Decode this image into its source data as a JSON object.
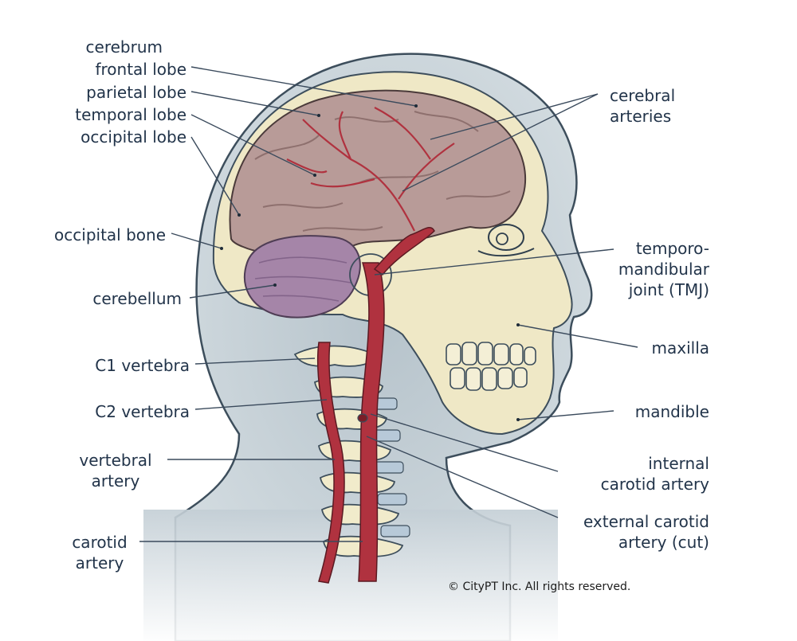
{
  "labels": {
    "cerebrum": "cerebrum",
    "frontal_lobe": "frontal lobe",
    "parietal_lobe": "parietal lobe",
    "temporal_lobe": "temporal lobe",
    "occipital_lobe": "occipital lobe",
    "occipital_bone": "occipital bone",
    "cerebellum": "cerebellum",
    "c1_vertebra": "C1 vertebra",
    "c2_vertebra": "C2 vertebra",
    "vertebral_artery": [
      "vertebral",
      "artery"
    ],
    "carotid_artery": [
      "carotid",
      "artery"
    ],
    "cerebral_arteries": [
      "cerebral",
      "arteries"
    ],
    "tmj": [
      "temporo-",
      "mandibular",
      "joint (TMJ)"
    ],
    "maxilla": "maxilla",
    "mandible": "mandible",
    "internal_carotid_artery": [
      "internal",
      "carotid artery"
    ],
    "external_carotid_artery": [
      "external carotid",
      "artery (cut)"
    ]
  },
  "copyright": "© CityPT Inc. All rights reserved.",
  "colors": {
    "label_text": "#22344a",
    "leader_line": "#3a4a5c",
    "head_silhouette": "#c5d0d6",
    "head_outline": "#3d4e5c",
    "skull": "#efe8c6",
    "brain": "#b89b98",
    "cerebellum": "#a585a8",
    "artery": "#b0323f",
    "vertebra": "#f1ebcb",
    "disc": "#b7c9d8"
  }
}
